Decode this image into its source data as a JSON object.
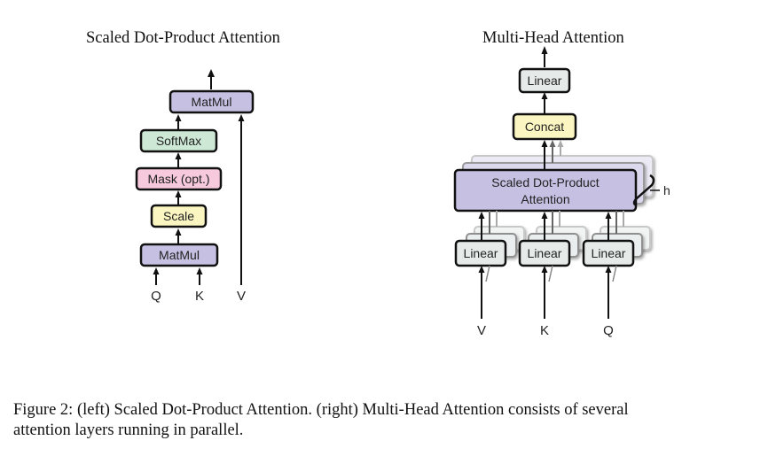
{
  "left_diagram": {
    "title": "Scaled Dot-Product Attention",
    "blocks": {
      "matmul_top": "MatMul",
      "softmax": "SoftMax",
      "mask": "Mask (opt.)",
      "scale": "Scale",
      "matmul_bottom": "MatMul"
    },
    "inputs": {
      "q": "Q",
      "k": "K",
      "v": "V"
    }
  },
  "right_diagram": {
    "title": "Multi-Head Attention",
    "blocks": {
      "linear_out": "Linear",
      "concat": "Concat",
      "attention_line1": "Scaled Dot-Product",
      "attention_line2": "Attention",
      "linear_v": "Linear",
      "linear_k": "Linear",
      "linear_q": "Linear"
    },
    "heads_label": "h",
    "inputs": {
      "v": "V",
      "k": "K",
      "q": "Q"
    }
  },
  "caption": {
    "line1": "Figure 2:  (left) Scaled Dot-Product Attention.  (right) Multi-Head Attention consists of several",
    "line2": "attention layers running in parallel."
  },
  "colors": {
    "matmul": "#c6c0e2",
    "softmax": "#cde9d6",
    "mask": "#f6c9dc",
    "scale": "#fbf5c1",
    "linear": "#e6ebea",
    "concat": "#fbf5c1",
    "attention": "#c6c0e2",
    "stroke": "#111111"
  }
}
